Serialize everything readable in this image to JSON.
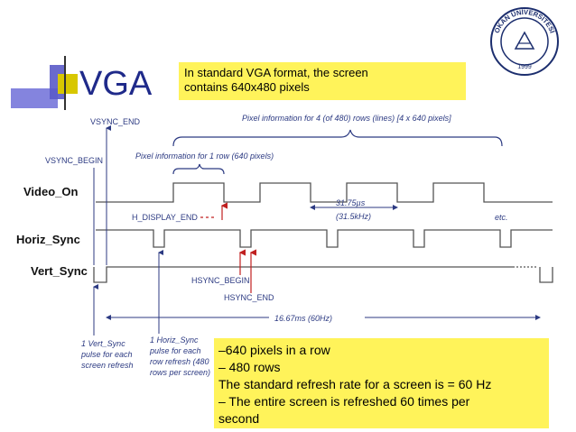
{
  "slide": {
    "title": "VGA"
  },
  "note_top": {
    "line1": "In standard VGA format, the screen",
    "line2": "contains 640x480 pixels"
  },
  "note_bottom": {
    "lines": [
      "–640 pixels in a row",
      "– 480 rows",
      " The standard refresh rate for a screen is = 60 Hz",
      "– The entire screen is refreshed 60 times per",
      "second"
    ]
  },
  "logo": {
    "top_text": "OKAN ÜNİVERSİTESİ",
    "year": "1999"
  },
  "diagram": {
    "signals": {
      "video_on": "Video_On",
      "horiz_sync": "Horiz_Sync",
      "vert_sync": "Vert_Sync"
    },
    "labels": {
      "vsync_end": "VSYNC_END",
      "vsync_begin": "VSYNC_BEGIN",
      "pixel_info_4_rows": "Pixel information for 4 (of 480) rows (lines) [4 x 640 pixels]",
      "pixel_info_1_row": "Pixel information for 1 row (640 pixels)",
      "h_display_end": "H_DISPLAY_END",
      "period": "31.75µs",
      "freq": "(31.5kHz)",
      "etc": "etc.",
      "hsync_begin": "HSYNC_BEGIN",
      "hsync_end": "HSYNC_END",
      "frame_period": "16.67ms (60Hz)",
      "vert_pulse_1": "1 Vert_Sync",
      "vert_pulse_2": "pulse for each",
      "vert_pulse_3": "screen refresh",
      "horiz_pulse_1": "1 Horiz_Sync",
      "horiz_pulse_2": "pulse for each",
      "horiz_pulse_3": "row refresh (480",
      "horiz_pulse_4": "rows per screen)"
    }
  }
}
